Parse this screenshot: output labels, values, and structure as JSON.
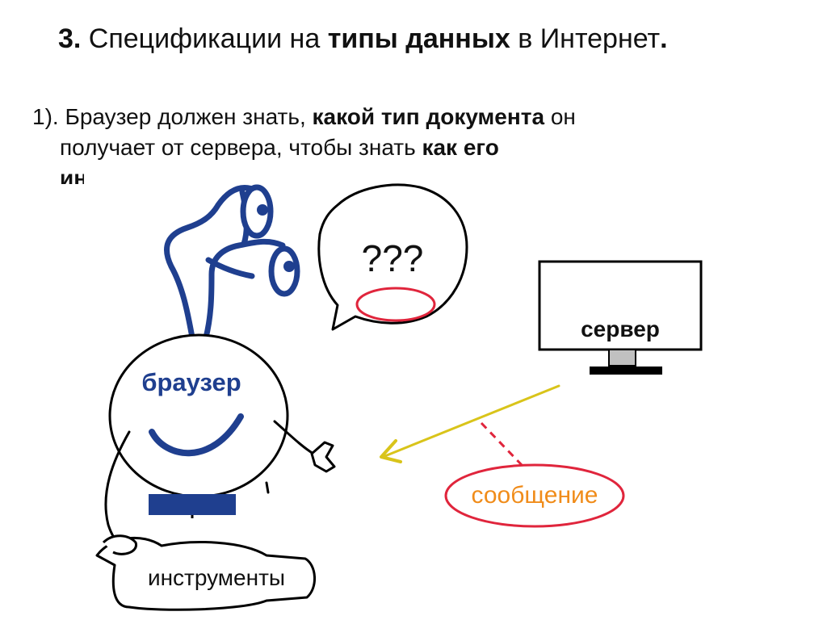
{
  "slide": {
    "title": {
      "number": "3.",
      "part1": " Спецификации на ",
      "bold": "типы данных",
      "part2": " в Интернет",
      "end": "."
    },
    "bullet": {
      "prefix": "1). Браузер должен знать, ",
      "bold1": "какой тип документа",
      "mid1": " он",
      "line2": "получает от сервера, чтобы знать ",
      "bold2": "как его",
      "line3_cut": "ин"
    }
  },
  "drawing": {
    "question_marks": "???",
    "browser_label": "браузер",
    "server_label": "сервер",
    "message_label": "сообщение",
    "tools_label": "инструменты"
  },
  "colors": {
    "browser_blue": "#1f3f8f",
    "arrow_yellow": "#d9c41a",
    "message_red": "#e0253c",
    "message_orange": "#f08c1a",
    "mouth_red": "#e0253c",
    "outline": "#000000",
    "server_stand": "#c0c0c0"
  }
}
